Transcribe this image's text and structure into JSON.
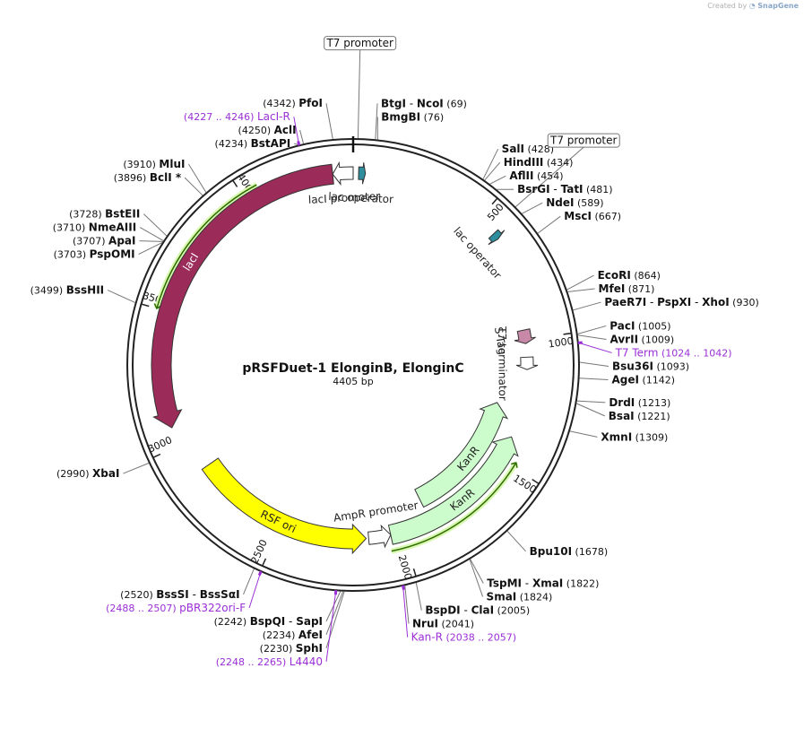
{
  "watermark": {
    "prefix": "Created by",
    "brand": "SnapGene"
  },
  "plasmid": {
    "name": "pRSFDuet-1 ElonginB, ElonginC",
    "length_label": "4405 bp",
    "length": 4405
  },
  "ticks": [
    {
      "pos": 500,
      "label": "500"
    },
    {
      "pos": 1000,
      "label": "1000"
    },
    {
      "pos": 1500,
      "label": "1500"
    },
    {
      "pos": 2000,
      "label": "2000"
    },
    {
      "pos": 2500,
      "label": "2500"
    },
    {
      "pos": 3000,
      "label": "3000"
    },
    {
      "pos": 3500,
      "label": "3500"
    },
    {
      "pos": 4000,
      "label": "4000"
    }
  ],
  "sites": [
    {
      "id": "btgi-ncoi",
      "pos": 69,
      "names": [
        "BtgI",
        "NcoI"
      ],
      "coord": "(69)",
      "side": "R"
    },
    {
      "id": "bmgbi",
      "pos": 76,
      "names": [
        "BmgBI"
      ],
      "coord": "(76)",
      "side": "R"
    },
    {
      "id": "sali",
      "pos": 428,
      "names": [
        "SalI"
      ],
      "coord": "(428)",
      "side": "R"
    },
    {
      "id": "hindiii",
      "pos": 434,
      "names": [
        "HindIII"
      ],
      "coord": "(434)",
      "side": "R"
    },
    {
      "id": "aflii",
      "pos": 454,
      "names": [
        "AflII"
      ],
      "coord": "(454)",
      "side": "R"
    },
    {
      "id": "bsrgi-tati",
      "pos": 481,
      "names": [
        "BsrGI",
        "TatI"
      ],
      "coord": "(481)",
      "side": "R"
    },
    {
      "id": "ndei",
      "pos": 589,
      "names": [
        "NdeI"
      ],
      "coord": "(589)",
      "side": "R"
    },
    {
      "id": "msci",
      "pos": 667,
      "names": [
        "MscI"
      ],
      "coord": "(667)",
      "side": "R"
    },
    {
      "id": "ecori",
      "pos": 864,
      "names": [
        "EcoRI"
      ],
      "coord": "(864)",
      "side": "R"
    },
    {
      "id": "mfei",
      "pos": 871,
      "names": [
        "MfeI"
      ],
      "coord": "(871)",
      "side": "R"
    },
    {
      "id": "paer7i",
      "pos": 930,
      "names": [
        "PaeR7I",
        "PspXI",
        "XhoI"
      ],
      "coord": "(930)",
      "side": "R"
    },
    {
      "id": "paci",
      "pos": 1005,
      "names": [
        "PacI"
      ],
      "coord": "(1005)",
      "side": "R"
    },
    {
      "id": "avrii",
      "pos": 1009,
      "names": [
        "AvrII"
      ],
      "coord": "(1009)",
      "side": "R"
    },
    {
      "id": "bsu36i",
      "pos": 1093,
      "names": [
        "Bsu36I"
      ],
      "coord": "(1093)",
      "side": "R"
    },
    {
      "id": "agei",
      "pos": 1142,
      "names": [
        "AgeI"
      ],
      "coord": "(1142)",
      "side": "R"
    },
    {
      "id": "drdi",
      "pos": 1213,
      "names": [
        "DrdI"
      ],
      "coord": "(1213)",
      "side": "R"
    },
    {
      "id": "bsai",
      "pos": 1221,
      "names": [
        "BsaI"
      ],
      "coord": "(1221)",
      "side": "R"
    },
    {
      "id": "xmni",
      "pos": 1309,
      "names": [
        "XmnI"
      ],
      "coord": "(1309)",
      "side": "R"
    },
    {
      "id": "bpu10i",
      "pos": 1678,
      "names": [
        "Bpu10I"
      ],
      "coord": "(1678)",
      "side": "R"
    },
    {
      "id": "tspmi-xmai",
      "pos": 1822,
      "names": [
        "TspMI",
        "XmaI"
      ],
      "coord": "(1822)",
      "side": "R"
    },
    {
      "id": "smai",
      "pos": 1824,
      "names": [
        "SmaI"
      ],
      "coord": "(1824)",
      "side": "R"
    },
    {
      "id": "bspdi-clai",
      "pos": 2005,
      "names": [
        "BspDI",
        "ClaI"
      ],
      "coord": "(2005)",
      "side": "R"
    },
    {
      "id": "nrui",
      "pos": 2041,
      "names": [
        "NruI"
      ],
      "coord": "(2041)",
      "side": "R"
    },
    {
      "id": "bssi",
      "pos": 2520,
      "names": [
        "BssSI",
        "BssSαI"
      ],
      "coord": "(2520)",
      "side": "L"
    },
    {
      "id": "bspqi-sapi",
      "pos": 2242,
      "names": [
        "BspQI",
        "SapI"
      ],
      "coord": "(2242)",
      "side": "L"
    },
    {
      "id": "afei",
      "pos": 2234,
      "names": [
        "AfeI"
      ],
      "coord": "(2234)",
      "side": "L"
    },
    {
      "id": "sphi",
      "pos": 2230,
      "names": [
        "SphI"
      ],
      "coord": "(2230)",
      "side": "L"
    },
    {
      "id": "xbai",
      "pos": 2990,
      "names": [
        "XbaI"
      ],
      "coord": "(2990)",
      "side": "L"
    },
    {
      "id": "bsshii",
      "pos": 3499,
      "names": [
        "BssHII"
      ],
      "coord": "(3499)",
      "side": "L"
    },
    {
      "id": "pspomi",
      "pos": 3703,
      "names": [
        "PspOMI"
      ],
      "coord": "(3703)",
      "side": "L"
    },
    {
      "id": "apai",
      "pos": 3707,
      "names": [
        "ApaI"
      ],
      "coord": "(3707)",
      "side": "L"
    },
    {
      "id": "nmeaiii",
      "pos": 3710,
      "names": [
        "NmeAIII"
      ],
      "coord": "(3710)",
      "side": "L"
    },
    {
      "id": "bsteii",
      "pos": 3728,
      "names": [
        "BstEII"
      ],
      "coord": "(3728)",
      "side": "L"
    },
    {
      "id": "bcli",
      "pos": 3896,
      "names": [
        "BclI *"
      ],
      "coord": "(3896)",
      "side": "L"
    },
    {
      "id": "mlui",
      "pos": 3910,
      "names": [
        "MluI"
      ],
      "coord": "(3910)",
      "side": "L"
    },
    {
      "id": "bstapi",
      "pos": 4234,
      "names": [
        "BstAPI"
      ],
      "coord": "(4234)",
      "side": "L"
    },
    {
      "id": "acli",
      "pos": 4250,
      "names": [
        "AclI"
      ],
      "coord": "(4250)",
      "side": "L"
    },
    {
      "id": "pfoi",
      "pos": 4342,
      "names": [
        "PfoI"
      ],
      "coord": "(4342)",
      "side": "L"
    }
  ],
  "primers": [
    {
      "id": "laci-r",
      "name": "LacI-R",
      "range": "(4227 .. 4246)",
      "pos": 4236,
      "side": "L"
    },
    {
      "id": "t7-term",
      "name": "T7 Term",
      "range": "(1024 .. 1042)",
      "pos": 1033,
      "side": "R"
    },
    {
      "id": "kan-r",
      "name": "Kan-R",
      "range": "(2038 .. 2057)",
      "pos": 2047,
      "side": "R"
    },
    {
      "id": "pbr322ori-f",
      "name": "pBR322ori-F",
      "range": "(2488 .. 2507)",
      "pos": 2497,
      "side": "L"
    },
    {
      "id": "l4440",
      "name": "L4440",
      "range": "(2248 .. 2265)",
      "pos": 2256,
      "side": "L"
    }
  ],
  "boxed_labels": [
    {
      "id": "t7-promoter-top",
      "text": "T7 promoter",
      "pos": 15
    },
    {
      "id": "t7-promoter-right",
      "text": "T7 promoter",
      "pos": 560
    }
  ],
  "features": [
    {
      "id": "laci",
      "label": "lacI",
      "start": 3070,
      "end": 4330,
      "dir": "ccw",
      "color": "#9b2c59",
      "text_color": "#ffffff",
      "ring": "r1"
    },
    {
      "id": "laci-promoter",
      "label": "lacI promoter",
      "start": 4330,
      "end": 4405,
      "dir": "ccw",
      "color": "#ffffff",
      "text_color": "#222222",
      "ring": "r1"
    },
    {
      "id": "lac-operator-1",
      "label": "lac operator",
      "start": 20,
      "end": 45,
      "dir": "cw",
      "color": "#2e8e9e",
      "text_color": "#222222",
      "ring": "r1"
    },
    {
      "id": "lac-operator-2",
      "label": "lac operator",
      "start": 575,
      "end": 600,
      "dir": "cw",
      "color": "#2e8e9e",
      "text_color": "#222222",
      "ring": "r1"
    },
    {
      "id": "s-tag",
      "label": "S-Tag",
      "start": 960,
      "end": 1015,
      "dir": "cw",
      "color": "#c889a8",
      "text_color": "#222222",
      "ring": "r2"
    },
    {
      "id": "t7-terminator",
      "label": "T7 terminator",
      "start": 1070,
      "end": 1120,
      "dir": "cw",
      "color": "#ffffff",
      "text_color": "#222222",
      "ring": "r2"
    },
    {
      "id": "kanr-inner",
      "label": "KanR",
      "start": 1280,
      "end": 1880,
      "dir": "ccw",
      "color": "#ccfccc",
      "text_color": "#222222",
      "ring": "r3"
    },
    {
      "id": "kanr-outer",
      "label": "KanR",
      "start": 1400,
      "end": 2050,
      "dir": "ccw",
      "color": "#ccfccc",
      "text_color": "#222222",
      "ring": "r2"
    },
    {
      "id": "ampr-promoter",
      "label": "AmpR promoter",
      "start": 2050,
      "end": 2140,
      "dir": "ccw",
      "color": "#ffffff",
      "text_color": "#222222",
      "ring": "r2"
    },
    {
      "id": "rsf-ori",
      "label": "RSF ori",
      "start": 2150,
      "end": 2880,
      "dir": "ccw",
      "color": "#ffff00",
      "text_color": "#222222",
      "ring": "r2"
    }
  ],
  "orfs": [
    {
      "id": "orf-kan",
      "start": 1480,
      "end": 2060,
      "dir": "ccw"
    },
    {
      "id": "orf-laci",
      "start": 3500,
      "end": 4060,
      "dir": "ccw"
    }
  ]
}
